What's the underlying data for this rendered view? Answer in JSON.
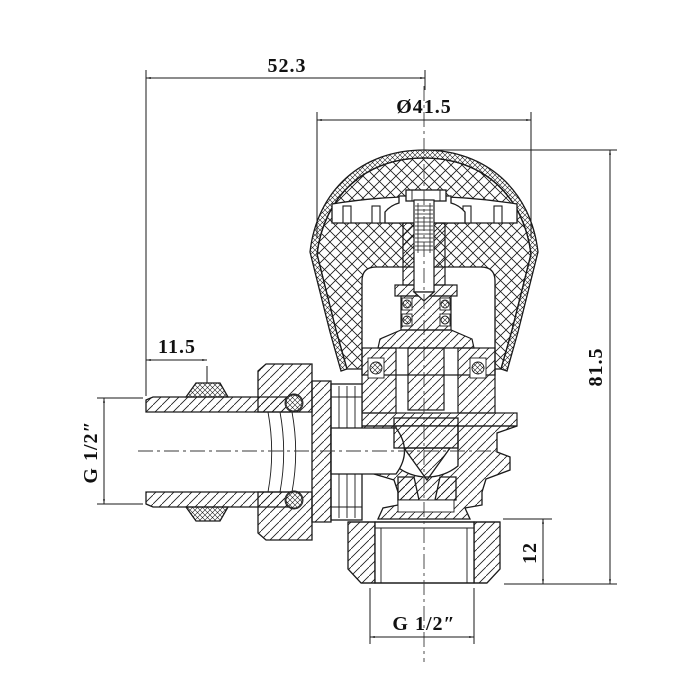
{
  "drawing": {
    "kind": "technical-cross-section",
    "subject": "angle radiator valve with thermostatic knob",
    "colors": {
      "line": "#1a1a1a",
      "background": "#ffffff"
    },
    "dimensions": {
      "top_width": "52.3",
      "knob_diameter": "Ø41.5",
      "total_height": "81.5",
      "left_offset": "11.5",
      "left_thread": "G 1/2″",
      "bottom_nut_height": "12",
      "bottom_thread": "G 1/2″"
    }
  }
}
